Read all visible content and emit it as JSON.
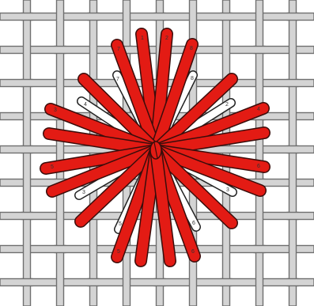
{
  "colors": {
    "background": "#ffffff",
    "canvas_thread_fill": "#d4d4d4",
    "canvas_thread_outline": "#6f6f6f",
    "stitch_red": "#e31b14",
    "stitch_red_outline": "#3a0d0b",
    "stitch_white": "#ffffff",
    "stitch_white_outline": "#222222"
  },
  "diagram": {
    "kind": "needlepoint star / Algerian eye stitch over canvas mesh",
    "red_stitch_count": 16,
    "white_stitch_count": 8,
    "number_labels": [
      "1",
      "2",
      "3",
      "4",
      "5",
      "6",
      "7",
      "8"
    ]
  }
}
